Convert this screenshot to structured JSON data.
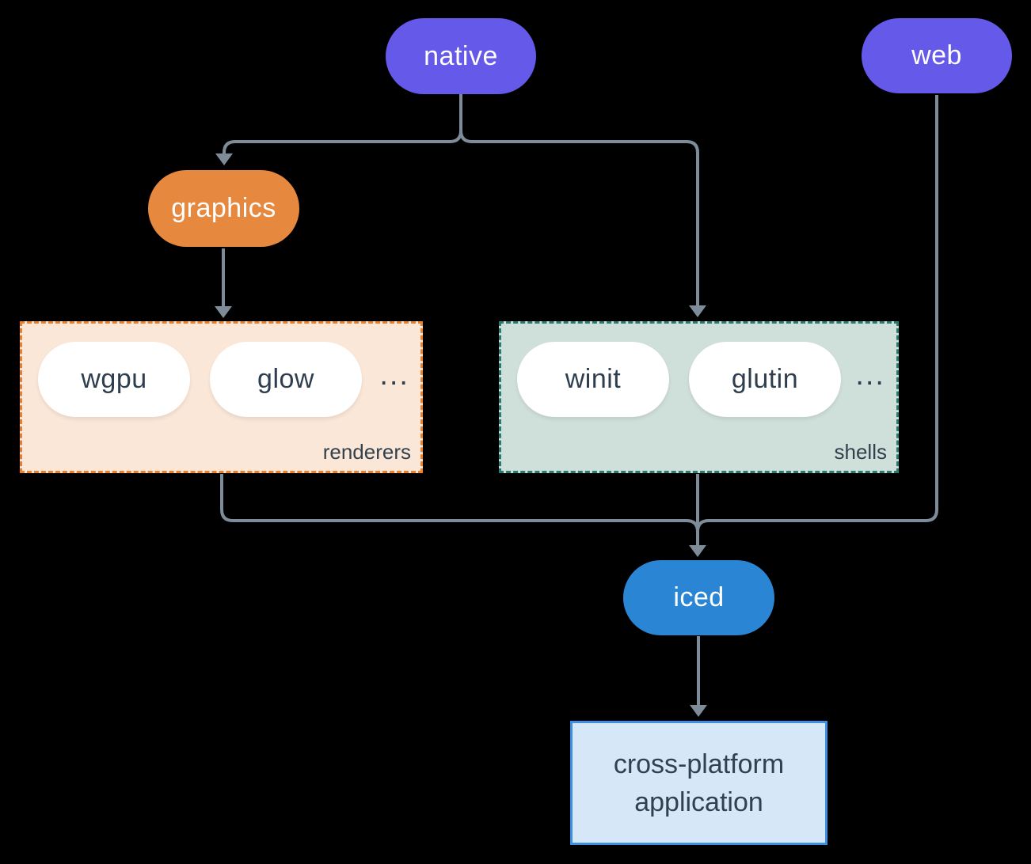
{
  "diagram": {
    "background_color": "#000000",
    "connector_color": "#7E8C99",
    "nodes": {
      "native": {
        "label": "native",
        "fill": "#6459E9",
        "text_color": "#FFFFFF"
      },
      "web": {
        "label": "web",
        "fill": "#6459E9",
        "text_color": "#FFFFFF"
      },
      "graphics": {
        "label": "graphics",
        "fill": "#E6883E",
        "text_color": "#FFFFFF"
      },
      "wgpu": {
        "label": "wgpu",
        "fill": "#FFFFFF",
        "text_color": "#2F3E4E"
      },
      "glow": {
        "label": "glow",
        "fill": "#FFFFFF",
        "text_color": "#2F3E4E"
      },
      "winit": {
        "label": "winit",
        "fill": "#FFFFFF",
        "text_color": "#2F3E4E"
      },
      "glutin": {
        "label": "glutin",
        "fill": "#FFFFFF",
        "text_color": "#2F3E4E"
      },
      "iced": {
        "label": "iced",
        "fill": "#2A86D4",
        "text_color": "#FFFFFF"
      },
      "application": {
        "label": "cross-platform application",
        "fill": "#D6E8F8",
        "border": "#3F8FE0",
        "text_color": "#33404D"
      }
    },
    "groups": {
      "renderers": {
        "label": "renderers",
        "ellipsis": "...",
        "fill": "#FAE7D8",
        "border": "#E8802D",
        "members": [
          "wgpu",
          "glow"
        ]
      },
      "shells": {
        "label": "shells",
        "ellipsis": "...",
        "fill": "#CFDFD9",
        "border": "#2B7A6D",
        "members": [
          "winit",
          "glutin"
        ]
      }
    },
    "edges": [
      "native -> graphics",
      "native -> shells",
      "graphics -> renderers",
      "renderers -> iced",
      "shells -> iced",
      "web -> iced",
      "iced -> application"
    ]
  }
}
